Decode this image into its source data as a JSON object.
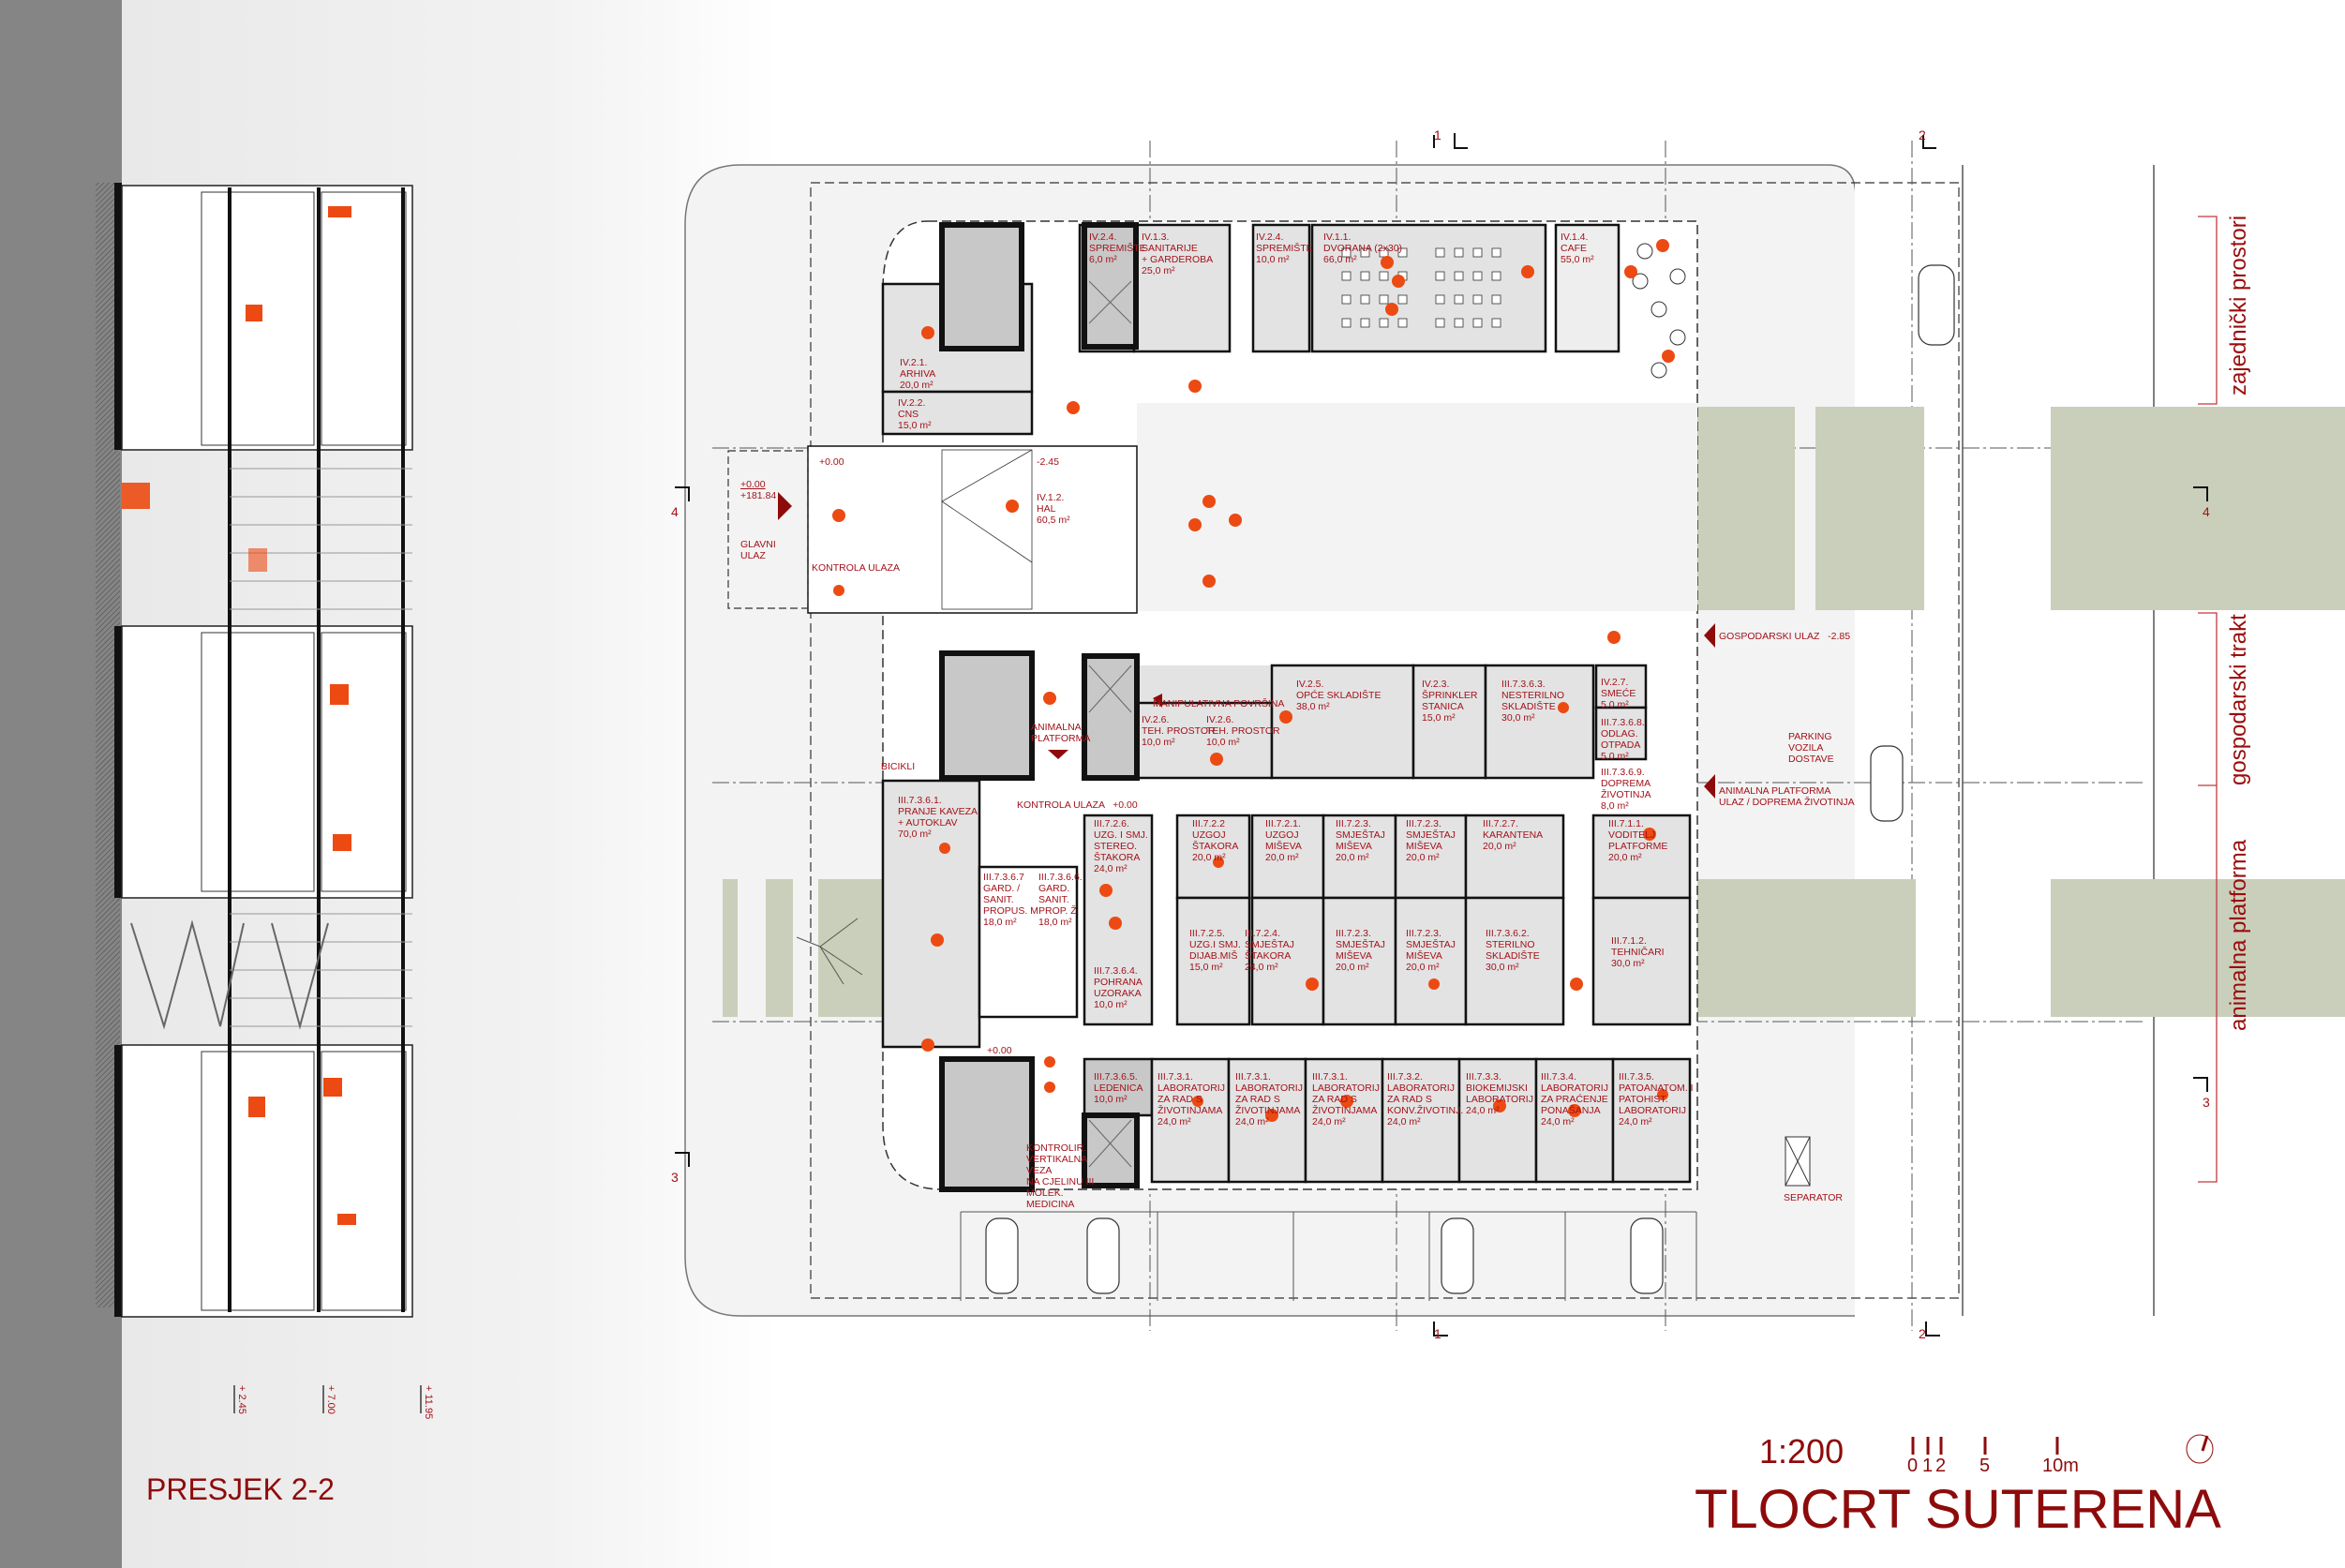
{
  "title": "TLOCRT SUTERENA",
  "section_title": "PRESJEK 2-2",
  "scale": {
    "ratio": "1:200",
    "ticks": [
      "0",
      "1",
      "2",
      "5",
      "10m"
    ]
  },
  "north_arrow": "north-arrow-icon",
  "colors": {
    "label": "#a3121a",
    "title": "#8e0b0b",
    "green": "#c9cfba",
    "room_fill": "#e3e3e3",
    "person": "#ec4a12"
  },
  "zones": [
    "zajednički prostori",
    "gospodarski trakt",
    "animalna platforma"
  ],
  "section_markers": [
    "1",
    "1",
    "2",
    "2",
    "4",
    "4",
    "3",
    "3"
  ],
  "section_levels": [
    "+ 2.45",
    "+ 7.00",
    "+ 11.95"
  ],
  "annotations": {
    "glavni_ulaz": [
      "+0.00",
      "+181.84",
      "GLAVNI",
      "ULAZ"
    ],
    "hall_level": "+0.00",
    "hal_level": "-2.45",
    "kontrola_ulaza": "KONTROLA ULAZA",
    "bicikli": "BICIKLI",
    "animalna_platforma": [
      "ANIMALNA",
      "PLATFORMA"
    ],
    "manipulativna": "MANIPULATIVNA POVRŠINA",
    "gospodarski_ulaz": "GOSPODARSKI ULAZ   -2.85",
    "parking": [
      "PARKING",
      "VOZILA",
      "DOSTAVE"
    ],
    "animalna_ulaz": [
      "ANIMALNA PLATFORMA",
      "ULAZ / DOPREMA ŽIVOTINJA"
    ],
    "kontrola_ulaza_2": "KONTROLA ULAZA   +0.00",
    "level_000": "+0.00",
    "kontrolir": [
      "KONTROLIR.",
      "VERTIKALNA",
      "VEZA",
      "NA CJELINU III",
      "MOLEK.",
      "MEDICINA"
    ],
    "separator": "SEPARATOR"
  },
  "rooms": [
    {
      "code": "IV.2.4.",
      "name": [
        "SPREMIŠTE"
      ],
      "area": "6,0 m²"
    },
    {
      "code": "IV.1.3.",
      "name": [
        "SANITARIJE",
        "+ GARDEROBA"
      ],
      "area": "25,0 m²"
    },
    {
      "code": "IV.2.4.",
      "name": [
        "SPREMIŠTE"
      ],
      "area": "10,0 m²"
    },
    {
      "code": "IV.1.1.",
      "name": [
        "DVORANA (2x30)"
      ],
      "area": "66,0 m²"
    },
    {
      "code": "IV.1.4.",
      "name": [
        "CAFE"
      ],
      "area": "55,0 m²"
    },
    {
      "code": "IV.2.1.",
      "name": [
        "ARHIVA"
      ],
      "area": "20,0 m²"
    },
    {
      "code": "IV.2.2.",
      "name": [
        "CNS"
      ],
      "area": "15,0 m²"
    },
    {
      "code": "IV.1.2.",
      "name": [
        "HAL"
      ],
      "area": "60,5 m²"
    },
    {
      "code": "IV.2.6.",
      "name": [
        "TEH. PROSTOR"
      ],
      "area": "10,0 m²"
    },
    {
      "code": "IV.2.6.",
      "name": [
        "TEH. PROSTOR"
      ],
      "area": "10,0 m²"
    },
    {
      "code": "IV.2.5.",
      "name": [
        "OPĆE SKLADIŠTE"
      ],
      "area": "38,0 m²"
    },
    {
      "code": "IV.2.3.",
      "name": [
        "ŠPRINKLER",
        "STANICA"
      ],
      "area": "15,0 m²"
    },
    {
      "code": "III.7.3.6.3.",
      "name": [
        "NESTERILNO",
        "SKLADIŠTE"
      ],
      "area": "30,0 m²"
    },
    {
      "code": "IV.2.7.",
      "name": [
        "SMEĆE"
      ],
      "area": "5,0 m²"
    },
    {
      "code": "III.7.3.6.8.",
      "name": [
        "ODLAG.",
        "OTPADA"
      ],
      "area": "5,0 m²"
    },
    {
      "code": "III.7.3.6.9.",
      "name": [
        "DOPREMA",
        "ŽIVOTINJA"
      ],
      "area": "8,0 m²"
    },
    {
      "code": "III.7.3.6.1.",
      "name": [
        "PRANJE KAVEZA",
        "+ AUTOKLAV"
      ],
      "area": "70,0 m²"
    },
    {
      "code": "III.7.2.6.",
      "name": [
        "UZG. I SMJ.",
        "STEREO.",
        "ŠTAKORA"
      ],
      "area": "24,0 m²"
    },
    {
      "code": "III.7.2.2",
      "name": [
        "UZGOJ",
        "ŠTAKORA"
      ],
      "area": "20,0 m²"
    },
    {
      "code": "III.7.2.1.",
      "name": [
        "UZGOJ",
        "MIŠEVA"
      ],
      "area": "20,0 m²"
    },
    {
      "code": "III.7.2.3.",
      "name": [
        "SMJEŠTAJ",
        "MIŠEVA"
      ],
      "area": "20,0 m²"
    },
    {
      "code": "III.7.2.3.",
      "name": [
        "SMJEŠTAJ",
        "MIŠEVA"
      ],
      "area": "20,0 m²"
    },
    {
      "code": "III.7.2.7.",
      "name": [
        "KARANTENA"
      ],
      "area": "20,0 m²"
    },
    {
      "code": "III.7.1.1.",
      "name": [
        "VODITELJ",
        "PLATFORME"
      ],
      "area": "20,0 m²"
    },
    {
      "code": "III.7.3.6.7",
      "name": [
        "GARD. /",
        "SANIT.",
        "PROPUS. M"
      ],
      "area": "18,0 m²"
    },
    {
      "code": "III.7.3.6.6.",
      "name": [
        "GARD.",
        "SANIT.",
        "PROP. Ž"
      ],
      "area": "18,0 m²"
    },
    {
      "code": "III.7.3.6.4.",
      "name": [
        "POHRANA",
        "UZORAKA"
      ],
      "area": "10,0 m²"
    },
    {
      "code": "III.7.2.5.",
      "name": [
        "UZG.I SMJ.",
        "DIJAB.MIŠ"
      ],
      "area": "15,0 m²"
    },
    {
      "code": "III.7.2.4.",
      "name": [
        "SMJEŠTAJ",
        "ŠTAKORA"
      ],
      "area": "24,0 m²"
    },
    {
      "code": "III.7.2.3.",
      "name": [
        "SMJEŠTAJ",
        "MIŠEVA"
      ],
      "area": "20,0 m²"
    },
    {
      "code": "III.7.2.3.",
      "name": [
        "SMJEŠTAJ",
        "MIŠEVA"
      ],
      "area": "20,0 m²"
    },
    {
      "code": "III.7.3.6.2.",
      "name": [
        "STERILNO",
        "SKLADIŠTE"
      ],
      "area": "30,0 m²"
    },
    {
      "code": "III.7.1.2.",
      "name": [
        "TEHNIČARI"
      ],
      "area": "30,0 m²"
    },
    {
      "code": "III.7.3.6.5.",
      "name": [
        "LEDENICA"
      ],
      "area": "10,0 m²"
    },
    {
      "code": "III.7.3.1.",
      "name": [
        "LABORATORIJ",
        "ZA RAD S",
        "ŽIVOTINJAMA"
      ],
      "area": "24,0 m²"
    },
    {
      "code": "III.7.3.1.",
      "name": [
        "LABORATORIJ",
        "ZA RAD S",
        "ŽIVOTINJAMA"
      ],
      "area": "24,0 m²"
    },
    {
      "code": "III.7.3.1.",
      "name": [
        "LABORATORIJ",
        "ZA RAD S",
        "ŽIVOTINJAMA"
      ],
      "area": "24,0 m²"
    },
    {
      "code": "III.7.3.2.",
      "name": [
        "LABORATORIJ",
        "ZA RAD S",
        "KONV.ŽIVOTINJ."
      ],
      "area": "24,0 m²"
    },
    {
      "code": "III.7.3.3.",
      "name": [
        "BIOKEMIJSKI",
        "LABORATORIJ"
      ],
      "area": "24,0 m²"
    },
    {
      "code": "III.7.3.4.",
      "name": [
        "LABORATORIJ",
        "ZA PRAĆENJE",
        "PONAŠANJA"
      ],
      "area": "24,0 m²"
    },
    {
      "code": "III.7.3.5.",
      "name": [
        "PATOANATOM. I",
        "PATOHIST.",
        "LABORATORIJ"
      ],
      "area": "24,0 m²"
    }
  ]
}
